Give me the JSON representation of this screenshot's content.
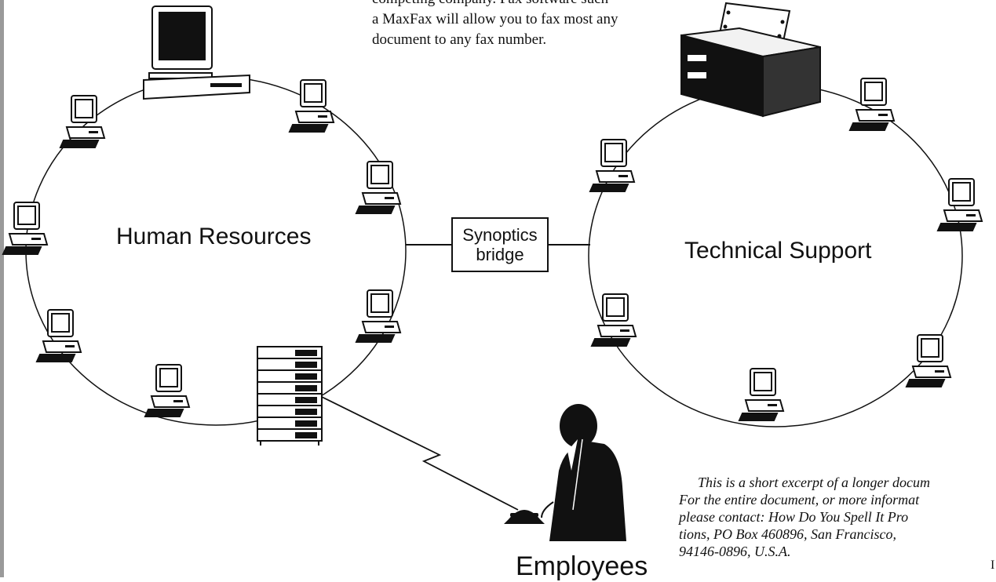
{
  "intro_text": {
    "line1": "competing company. Fax software such",
    "line2": "a MaxFax will allow you to fax most any",
    "line3": "document to any fax number."
  },
  "networks": {
    "left_label": "Human Resources",
    "right_label": "Technical Support"
  },
  "bridge": {
    "line1": "Synoptics",
    "line2": "bridge"
  },
  "employees_label": "Employees",
  "footnote": {
    "line1": "This is a short excerpt of a longer docum",
    "line2": "For the entire document, or more informat",
    "line3": "please contact: How Do You Spell It Pro",
    "line4": "tions, PO Box 460896, San Francisco,",
    "line5": "94146-0896, U.S.A."
  },
  "page_marker": "I"
}
